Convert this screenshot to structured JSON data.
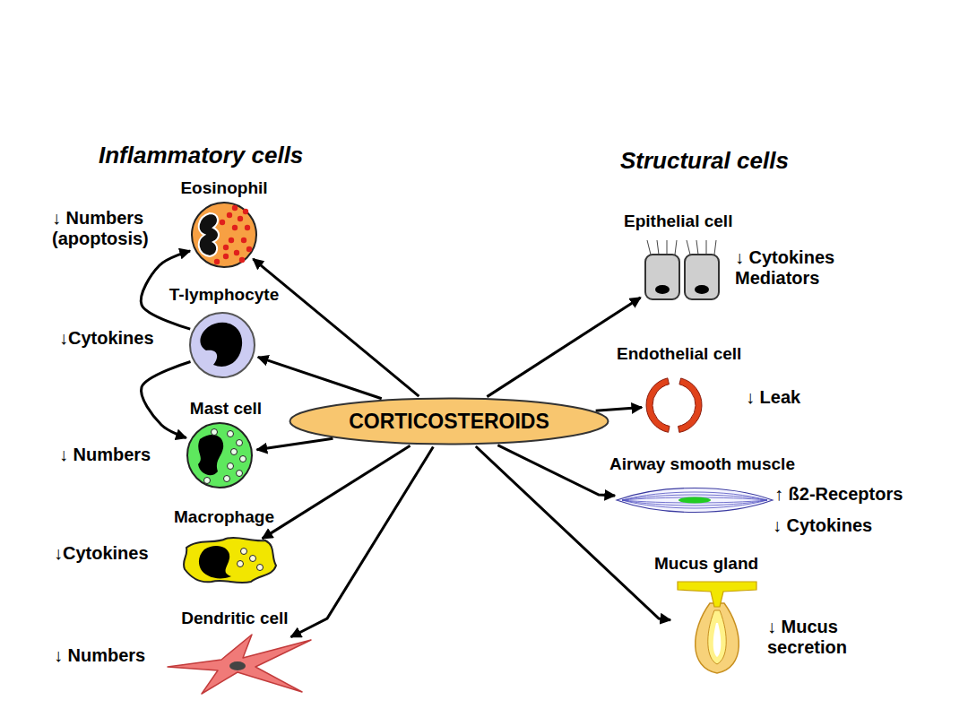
{
  "diagram": {
    "nodes": [
      {
        "text": [
          "CORTICOSTEROIDS"
        ]
      },
      {
        "text": [
          "Eosinophil",
          "↓ Numbers (apoptosis)"
        ]
      },
      {
        "text": [
          "T-lymphocyte",
          "↓Cytokines"
        ]
      },
      {
        "text": [
          "Mast cell",
          "↓ Numbers"
        ]
      },
      {
        "text": [
          "Macrophage",
          "↓Cytokines"
        ]
      },
      {
        "text": [
          "Dendritic cell",
          "↓ Numbers"
        ]
      },
      {
        "text": [
          "Epithelial cell",
          "↓ Cytokines Mediators"
        ]
      },
      {
        "text": [
          "Endothelial cell",
          "↓ Leak"
        ]
      },
      {
        "text": [
          "Airway smooth muscle",
          "↑ ß2-Receptors",
          "↓ Cytokines"
        ]
      },
      {
        "text": [
          "Mucus gland",
          "↓ Mucus secretion"
        ]
      }
    ],
    "edges": [
      {
        "from": 0,
        "to": 1,
        "arrow": "to"
      },
      {
        "from": 0,
        "to": 2,
        "arrow": "to"
      },
      {
        "from": 0,
        "to": 3,
        "arrow": "to"
      },
      {
        "from": 0,
        "to": 4,
        "arrow": "to"
      },
      {
        "from": 0,
        "to": 5,
        "arrow": "to"
      },
      {
        "from": 0,
        "to": 6,
        "arrow": "to"
      },
      {
        "from": 0,
        "to": 7,
        "arrow": "to"
      },
      {
        "from": 0,
        "to": 8,
        "arrow": "to"
      },
      {
        "from": 0,
        "to": 9,
        "arrow": "to"
      },
      {
        "from": 2,
        "to": 1,
        "arrow": "to"
      },
      {
        "from": 2,
        "to": 3,
        "arrow": "to"
      }
    ],
    "labels": [
      "Inflammatory cells",
      "Structural cells"
    ]
  }
}
